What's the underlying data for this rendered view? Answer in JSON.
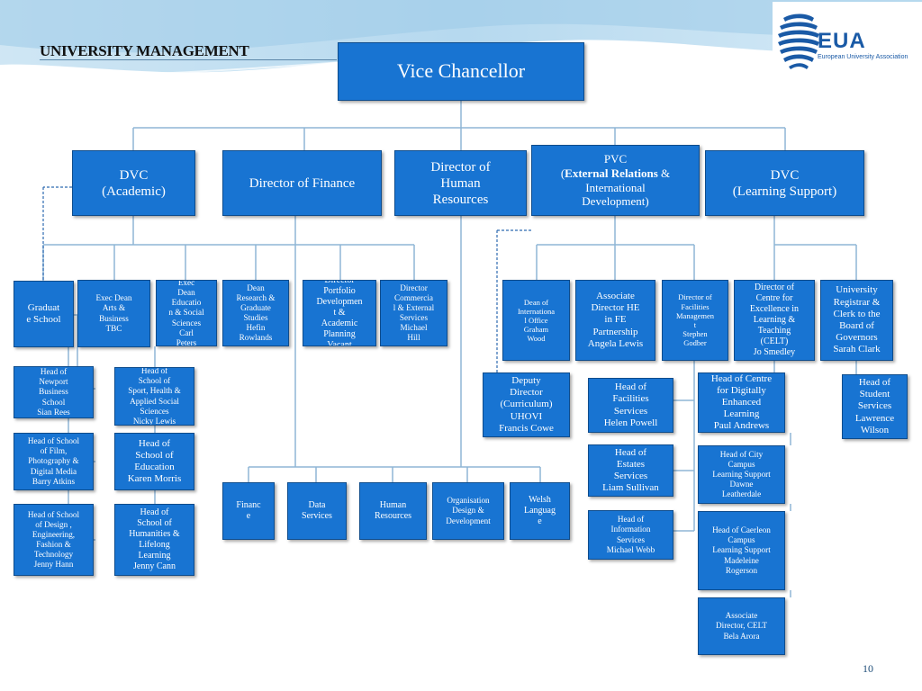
{
  "header": {
    "title": "UNIVERSITY MANAGEMENT"
  },
  "logo": {
    "text": "EUA",
    "subtitle": "European University Association"
  },
  "nodes": {
    "vc": "Vice Chancellor",
    "dvc_academic": "DVC\n(Academic)",
    "dir_finance": "Director of Finance",
    "dir_hr": "Director of\nHuman\nResources",
    "pvc_external_pre": "PVC\n",
    "pvc_external_bold": "External Relations",
    "pvc_external_post": " &\nInternational\nDevelopment)",
    "dvc_learning": "DVC\n(Learning Support)",
    "graduate_school": "Graduat\ne School",
    "exec_dean_arts": "Exec Dean\nArts &\nBusiness\nTBC",
    "exec_dean_edu": "Exec\nDean\nEducatio\nn & Social\nSciences\nCarl\nPeters",
    "dean_research": "Dean\nResearch &\nGraduate\nStudies\nHefin\nRowlands",
    "dir_portfolio": "Director\nPortfolio\nDevelopmen\nt &\nAcademic\nPlanning\nVacant",
    "dir_commercial": "Director\nCommercia\nl & External\nServices\nMichael\nHill",
    "dean_international": "Dean of\nInternationa\nl Office\nGraham\nWood",
    "assoc_dir_he": "Associate\nDirector HE\nin FE\nPartnership\nAngela Lewis",
    "dir_facilities": "Director of\nFacilities\nManagemen\nt\nStephen\nGodber",
    "dir_celt": "Director of\nCentre for\nExcellence in\nLearning &\nTeaching\n(CELT)\nJo Smedley",
    "registrar": "University\nRegistrar &\nClerk to the\nBoard of\nGovernors\nSarah Clark",
    "head_newport": "Head of\nNewport\nBusiness\nSchool\nSian Rees",
    "head_sport": "Head of\nSchool of\nSport, Health &\nApplied Social\nSciences\nNicky Lewis",
    "head_film": "Head of School\nof  Film,\nPhotography &\nDigital Media\nBarry Atkins",
    "head_education": "Head of\nSchool of\nEducation\nKaren Morris",
    "head_design": "Head of School\nof Design ,\nEngineering,\nFashion &\nTechnology\nJenny Hann",
    "head_humanities": "Head of\nSchool of\nHumanities &\nLifelong\nLearning\nJenny Cann",
    "finance": "Financ\ne",
    "data_services": "Data\nServices",
    "human_resources": "Human\nResources",
    "org_design": "Organisation\nDesign &\nDevelopment",
    "welsh_language": "Welsh\nLanguag\ne",
    "deputy_director": "Deputy\nDirector\n(Curriculum)\nUHOVI\nFrancis Cowe",
    "head_facilities": "Head of\nFacilities\nServices\nHelen Powell",
    "head_estates": "Head of\nEstates\nServices\nLiam Sullivan",
    "head_info": "Head of\nInformation\nServices\nMichael Webb",
    "head_digital": "Head of Centre\nfor Digitally\nEnhanced\nLearning\nPaul Andrews",
    "head_city": "Head of City\nCampus\nLearning Support\nDawne\nLeatherdale",
    "head_caerleon": "Head of Caerleon\nCampus\nLearning Support\nMadeleine\nRogerson",
    "assoc_dir_celt": "Associate\nDirector, CELT\nBela Arora",
    "head_student": "Head of\nStudent\nServices\nLawrence\nWilson"
  },
  "footer": {
    "page_number": "10"
  },
  "colors": {
    "box_fill": "#1874d2",
    "box_border": "#0e4c8c",
    "connector": "#8fb5d6",
    "title_text": "#111111",
    "page_number": "#1f4e79"
  }
}
